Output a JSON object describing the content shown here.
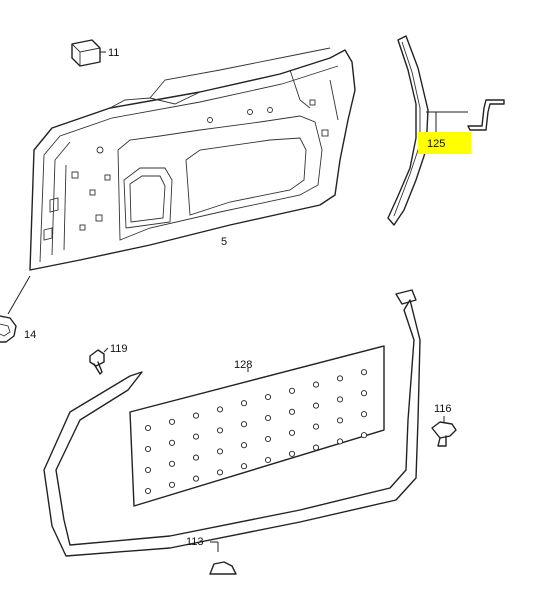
{
  "parts": [
    {
      "label": "11"
    },
    {
      "label": "5"
    },
    {
      "label": "14"
    },
    {
      "label": "125"
    },
    {
      "label": "119"
    },
    {
      "label": "128"
    },
    {
      "label": "113"
    },
    {
      "label": "116"
    }
  ],
  "highlight_color": "#ffff00"
}
